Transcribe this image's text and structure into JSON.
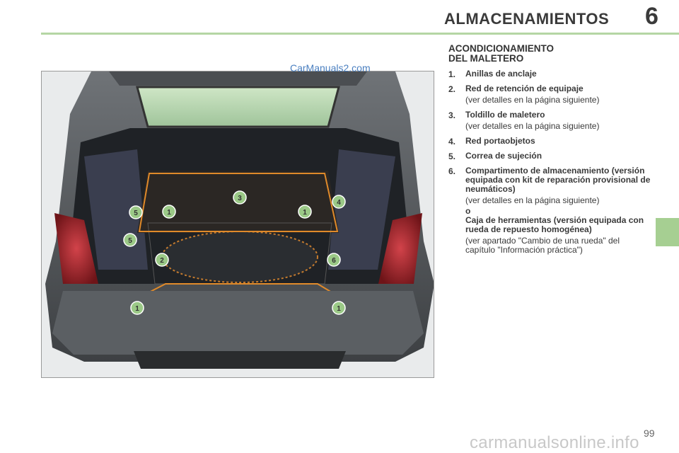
{
  "header": {
    "title": "ALMACENAMIENTOS",
    "chapter_number": "6"
  },
  "watermark_top": "CarManuals2.com",
  "section": {
    "title_line1": "ACONDICIONAMIENTO",
    "title_line2": "DEL MALETERO"
  },
  "items": [
    {
      "num": "1.",
      "label": "Anillas de anclaje",
      "note": ""
    },
    {
      "num": "2.",
      "label": "Red de retención de equipaje",
      "note": "(ver detalles en la página siguiente)"
    },
    {
      "num": "3.",
      "label": "Toldillo de maletero",
      "note": "(ver detalles en la página siguiente)"
    },
    {
      "num": "4.",
      "label": "Red portaobjetos",
      "note": ""
    },
    {
      "num": "5.",
      "label": "Correa de sujeción",
      "note": ""
    },
    {
      "num": "6.",
      "label": "Compartimento de almacenamiento (versión equipada con kit de reparación provisional de neumáticos)",
      "note": "(ver detalles en la página siguiente)"
    }
  ],
  "item6_extra": {
    "conjunction": "o",
    "alt_label": "Caja de herramientas (versión equipada con rueda de repuesto homogénea)",
    "alt_note": "(ver apartado \"Cambio de una rueda\" del capítulo \"Información práctica\")"
  },
  "callouts": [
    "1",
    "1",
    "1",
    "1",
    "2",
    "3",
    "4",
    "5",
    "5",
    "6"
  ],
  "page_number": "99",
  "watermark_bottom": "carmanualsonline.info",
  "colors": {
    "accent_green": "#a6cf92",
    "rule_green": "#b5d6a4",
    "callout_green": "#9bc987",
    "net_orange": "#e08a2a"
  }
}
